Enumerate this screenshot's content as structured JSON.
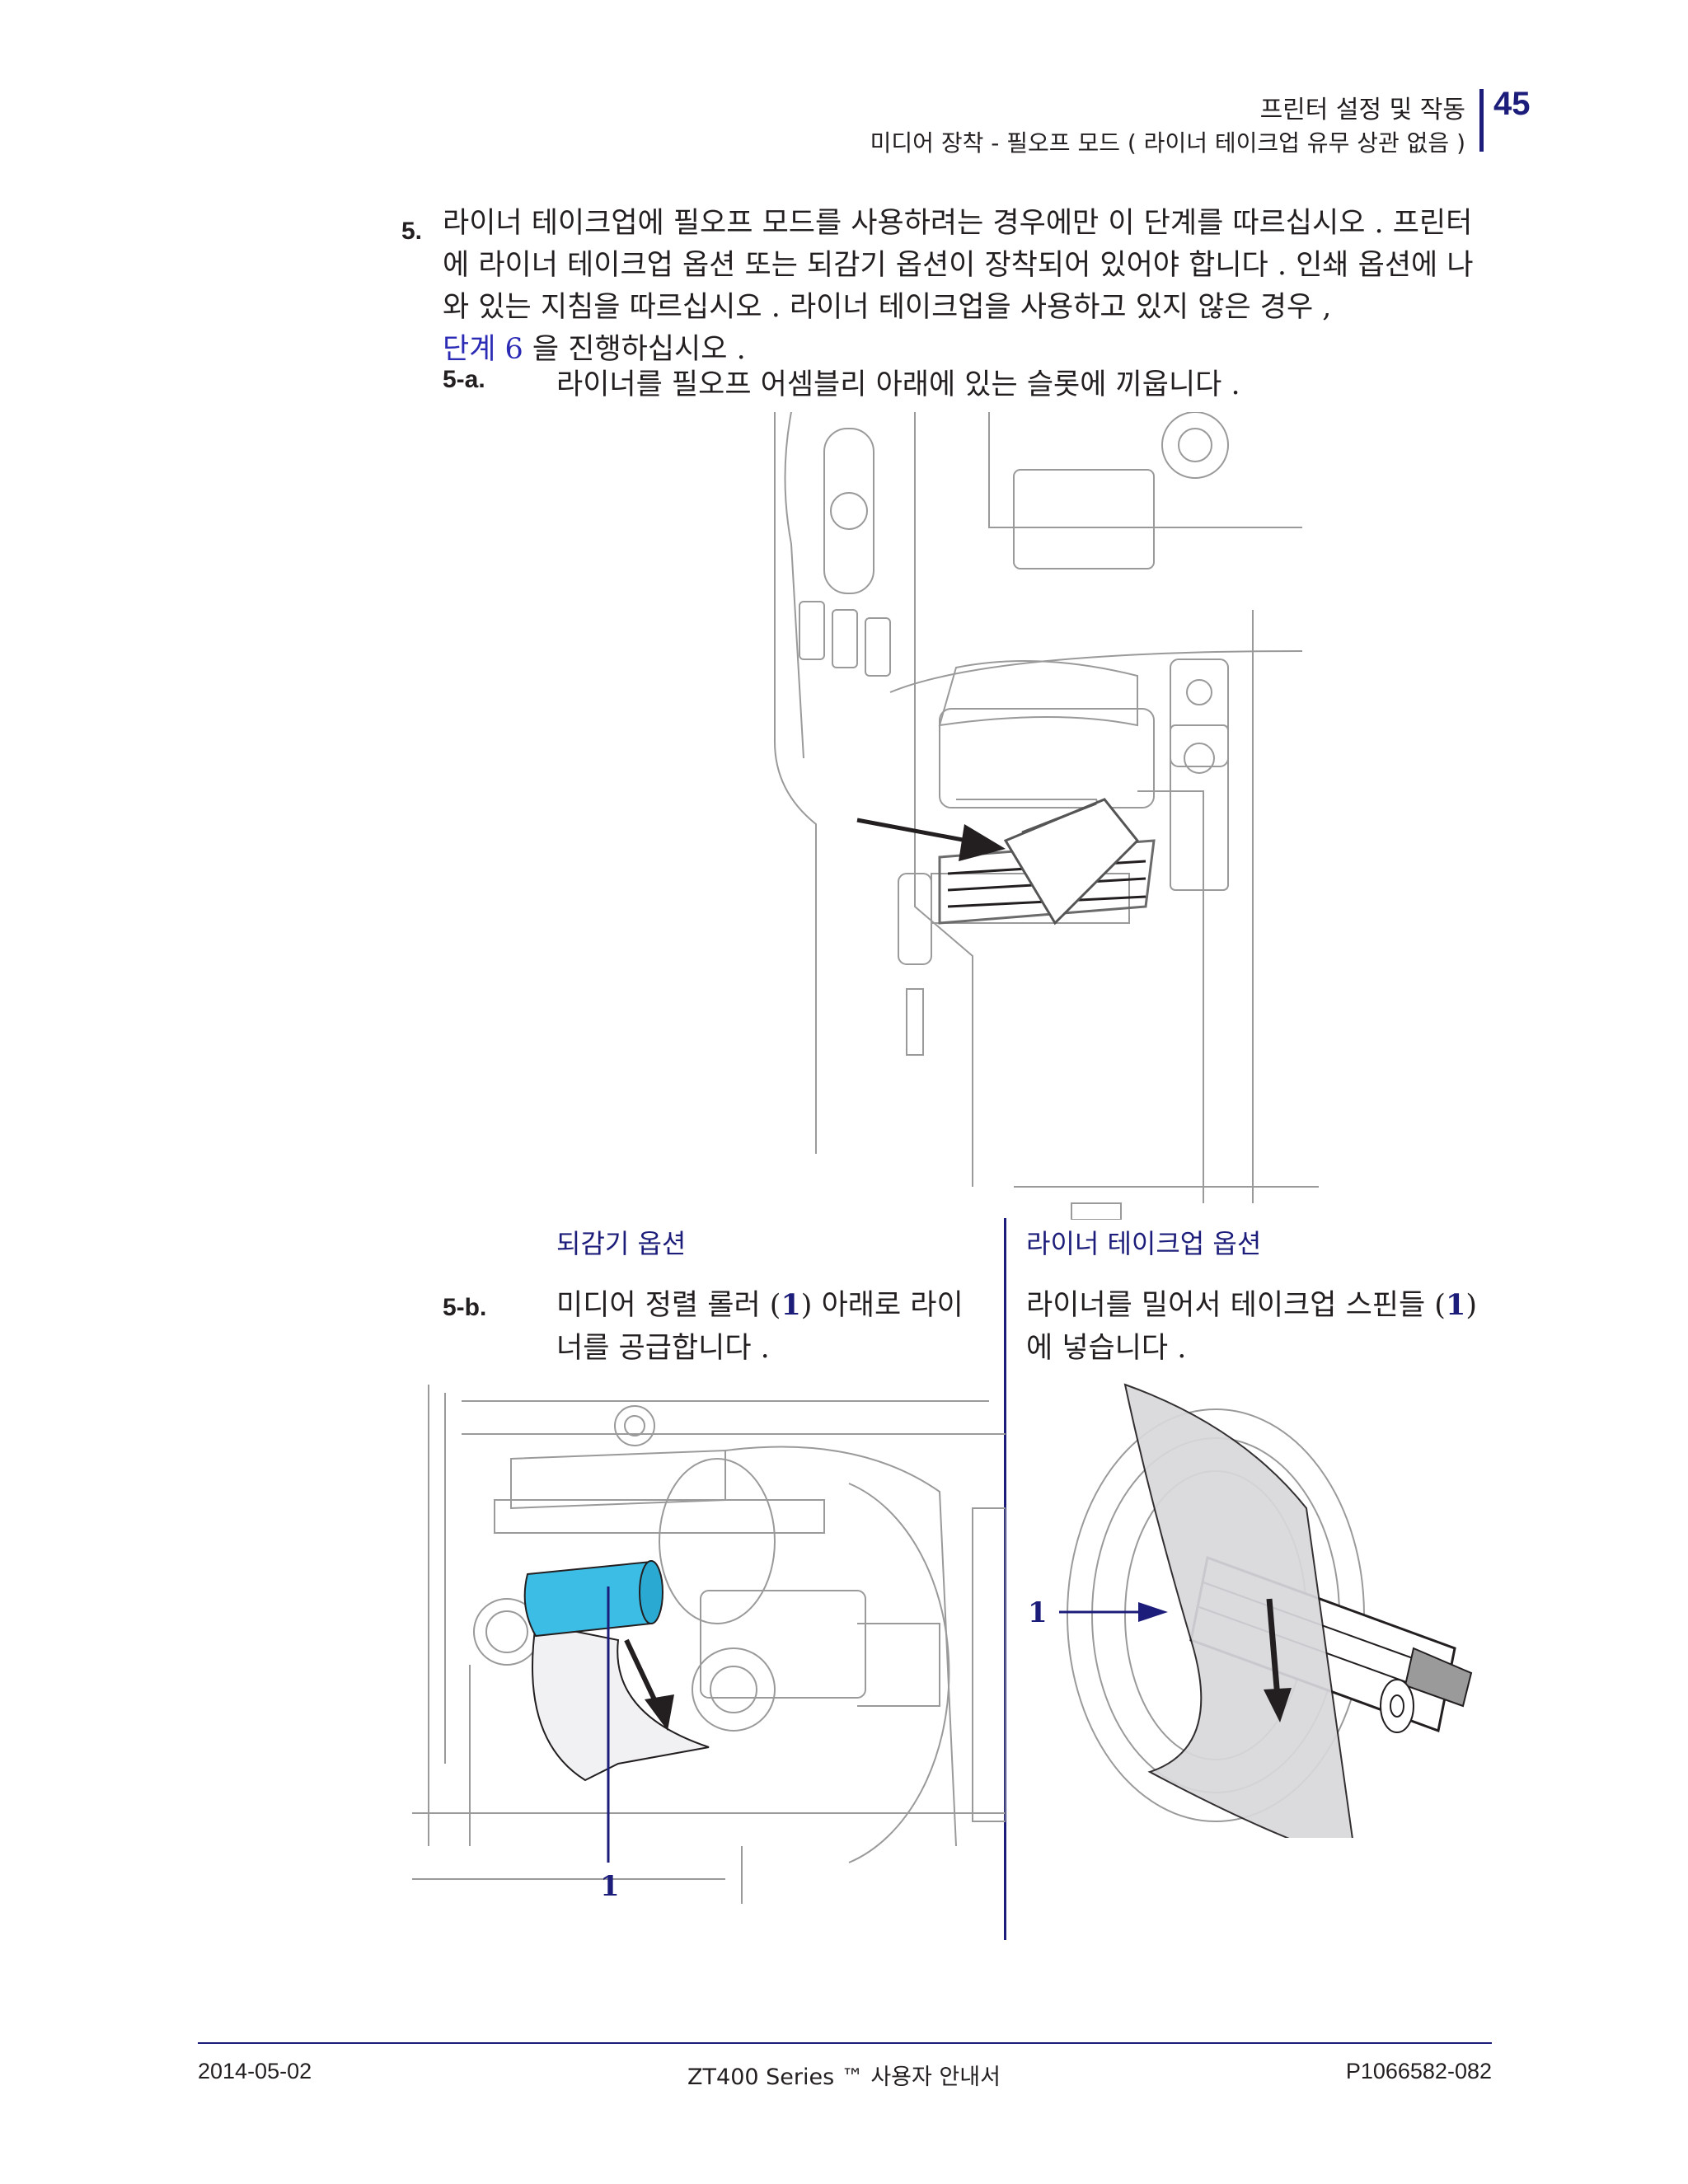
{
  "header": {
    "section_title": "프린터 설정 및 작동",
    "subtitle": "미디어 장착 - 필오프 모드 ( 라이너 테이크업 유무 상관 없음 )",
    "page_number": "45"
  },
  "step5": {
    "number": "5.",
    "text": "라이너 테이크업에 필오프 모드를 사용하려는 경우에만 이 단계를 따르십시오 . 프린터에 라이너 테이크업 옵션 또는 되감기 옵션이 장착되어 있어야 합니다 . 인쇄 옵션에 나와 있는 지침을 따르십시오 . 라이너 테이크업을 사용하고 있지 않은 경우 ,",
    "link_text": "단계 6",
    "text_after": " 을 진행하십시오 ."
  },
  "step5a": {
    "number": "5-a.",
    "text": "라이너를 필오프 어셈블리 아래에 있는 슬롯에 끼웁니다 ."
  },
  "columns": {
    "rewind_heading": "되감기 옵션",
    "liner_heading": "라이너 테이크업 옵션"
  },
  "step5b": {
    "number": "5-b.",
    "text_before": "미디어 정렬 롤러 (",
    "ref": "1",
    "text_after": ") 아래로 라이너를 공급합니다 ."
  },
  "liner_option": {
    "text_before": "라이너를 밀어서 테이크업 스핀들 (",
    "ref": "1",
    "text_after": ") 에 넣습니다 ."
  },
  "figures": {
    "rewind_callout": "1",
    "liner_callout": "1"
  },
  "colors": {
    "accent_navy": "#1c1c7a",
    "link_blue": "#2b2bb5",
    "roller_cyan": "#3bbde6"
  },
  "footer": {
    "date": "2014-05-02",
    "center": "ZT400 Series ™ 사용자 안내서",
    "code": "P1066582-082"
  }
}
